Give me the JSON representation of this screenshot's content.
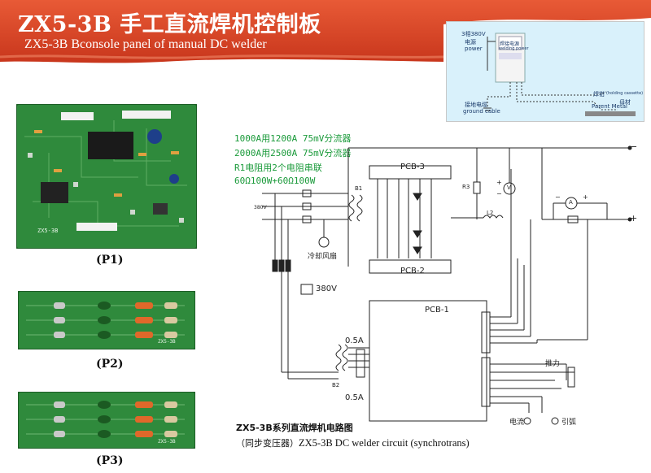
{
  "header": {
    "title_zh": "ZX5-3B 手工直流焊机控制板",
    "title_en": "ZX5-3B Bconsole panel of manual DC welder",
    "colors": {
      "banner": "#e24d2b",
      "banner_dark": "#b82a16",
      "note_green": "#1a9a3a"
    }
  },
  "connection_diagram": {
    "power_label_zh": "3相380V",
    "power_label_zh2": "电源",
    "power_label_en": "power",
    "welder_label_zh": "焊接电源",
    "welder_label_en": "welding power",
    "ground_zh": "接地电缆",
    "ground_en": "ground cable",
    "torch_zh": "焊钳",
    "torch_en": "(holding cassette)",
    "metal_zh": "母材",
    "metal_en": "Parent Metal"
  },
  "boards": {
    "p1_label": "(P1)",
    "p2_label": "(P2)",
    "p3_label": "(P3)",
    "p1_silk": "ZX5-3B",
    "p2_silk": "ZX5-3B",
    "p3_silk": "ZX5-3B"
  },
  "notes": [
    "1000A用1200A 75mV分流器",
    "2000A用2500A 75mV分流器",
    "R1电阻用2个电阻串联",
    "60Ω100W+60Ω100W"
  ],
  "circuit": {
    "pcb3": "PCB-3",
    "pcb2": "PCB-2",
    "pcb1": "PCB-1",
    "fan_label": "冷却风扇",
    "v380": "380V",
    "fuse_a": "0.5A",
    "fuse_b": "0.5A",
    "push_label": "推力",
    "current_label": "电流",
    "arc_label": "引弧",
    "r3": "R3",
    "l2": "L2",
    "b1": "B1",
    "b2": "B2",
    "v380_small": "380V",
    "minus": "−",
    "plus": "+",
    "minus2": "−",
    "plus2": "+",
    "plus_small": "+",
    "minus_small": "−",
    "ammeter": "A",
    "voltmeter": "V"
  },
  "caption": {
    "line1_zh": "ZX5-3B系列直流焊机电路图",
    "line2_zh": "（同步变压器）",
    "line2_en": "ZX5-3B DC welder circuit (synchrotrans)"
  }
}
